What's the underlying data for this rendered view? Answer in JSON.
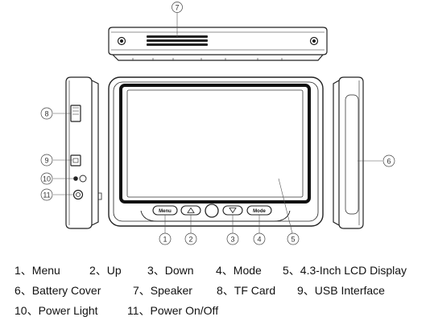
{
  "buttons": {
    "menu": "Menu",
    "mode": "Mode"
  },
  "callouts": [
    "7",
    "8",
    "9",
    "10",
    "11",
    "1",
    "2",
    "3",
    "4",
    "5",
    "6"
  ],
  "legend": [
    "1、Menu",
    "2、Up",
    "3、Down",
    "4、Mode",
    "5、4.3-Inch LCD Display",
    "6、Battery Cover",
    "7、Speaker",
    "8、TF Card",
    "9、USB Interface",
    "10、Power Light",
    "11、Power On/Off"
  ]
}
